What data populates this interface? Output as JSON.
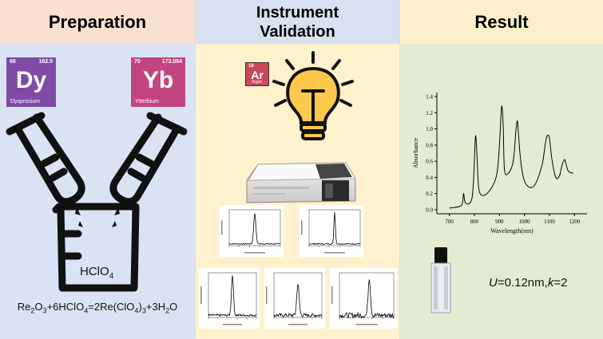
{
  "panels": {
    "preparation": {
      "title": "Preparation",
      "elements": [
        {
          "symbol": "Dy",
          "number": "66",
          "mass": "162.5",
          "name": "Dysprosium",
          "color": "#7f4aa6"
        },
        {
          "symbol": "Yb",
          "number": "70",
          "mass": "173.054",
          "name": "Ytterbium",
          "color": "#c2457f"
        }
      ],
      "beaker_label": {
        "base": "HClO",
        "sub": "4"
      },
      "equation": {
        "parts": [
          "Re",
          "2",
          "O",
          "3",
          "+6HClO",
          "4",
          "=2Re(ClO",
          "4",
          ")",
          "3",
          "+3H",
          "2",
          "O"
        ]
      },
      "icons": [
        "test-tube-left-icon",
        "test-tube-right-icon",
        "beaker-icon"
      ]
    },
    "validation": {
      "title": "Instrument Validation",
      "element": {
        "symbol": "Ar",
        "number": "18",
        "name": "Argon",
        "color": "#c9485a"
      },
      "icons": [
        "lightbulb-icon",
        "spectrophotometer-icon"
      ]
    },
    "result": {
      "title": "Result",
      "uncertainty": {
        "u_symbol": "U",
        "u_value": "=0.12nm,",
        "k_symbol": "k",
        "k_value": "=2"
      },
      "icons": [
        "cuvette-icon"
      ]
    }
  },
  "chart_data": {
    "type": "line",
    "xlabel": "Wavelength(nm)",
    "ylabel": "Absorbance",
    "xlim": [
      650,
      1250
    ],
    "ylim": [
      -0.05,
      1.45
    ],
    "xticks": [
      700,
      800,
      900,
      1000,
      1100,
      1200
    ],
    "yticks": [
      0.0,
      0.2,
      0.4,
      0.6,
      0.8,
      1.0,
      1.2,
      1.4
    ],
    "series": [
      {
        "x": [
          700,
          740,
          752,
          757,
          762,
          775,
          790,
          797,
          803,
          806,
          810,
          818,
          840,
          870,
          890,
          900,
          906,
          910,
          915,
          920,
          935,
          955,
          966,
          972,
          976,
          982,
          992,
          1010,
          1040,
          1070,
          1085,
          1093,
          1100,
          1110,
          1125,
          1140,
          1150,
          1160,
          1165,
          1175,
          1195
        ],
        "y": [
          0.02,
          0.04,
          0.08,
          0.2,
          0.1,
          0.07,
          0.14,
          0.4,
          0.85,
          0.9,
          0.7,
          0.25,
          0.18,
          0.28,
          0.45,
          0.8,
          1.15,
          1.28,
          1.05,
          0.5,
          0.45,
          0.6,
          0.98,
          1.1,
          0.95,
          0.7,
          0.45,
          0.3,
          0.3,
          0.55,
          0.85,
          0.92,
          0.88,
          0.62,
          0.4,
          0.42,
          0.55,
          0.62,
          0.58,
          0.48,
          0.45
        ]
      }
    ]
  },
  "mini_charts": [
    {
      "peak_x": 0.5,
      "peak_h": 0.85,
      "w": 0.03,
      "noise": 0.03
    },
    {
      "peak_x": 0.5,
      "peak_h": 0.9,
      "w": 0.02,
      "noise": 0.03
    },
    {
      "peak_x": 0.5,
      "peak_h": 0.9,
      "w": 0.03,
      "noise": 0.05
    },
    {
      "peak_x": 0.5,
      "peak_h": 0.7,
      "w": 0.035,
      "noise": 0.08
    },
    {
      "peak_x": 0.55,
      "peak_h": 0.85,
      "w": 0.03,
      "noise": 0.12
    }
  ],
  "colors": {
    "prep_bg": "#dae3f3",
    "valid_bg": "#fdf2cc",
    "result_bg": "#e3ecd3",
    "prep_head": "#f9e0d0",
    "valid_head": "#d8e1f0",
    "result_head": "#fbf0c9"
  }
}
